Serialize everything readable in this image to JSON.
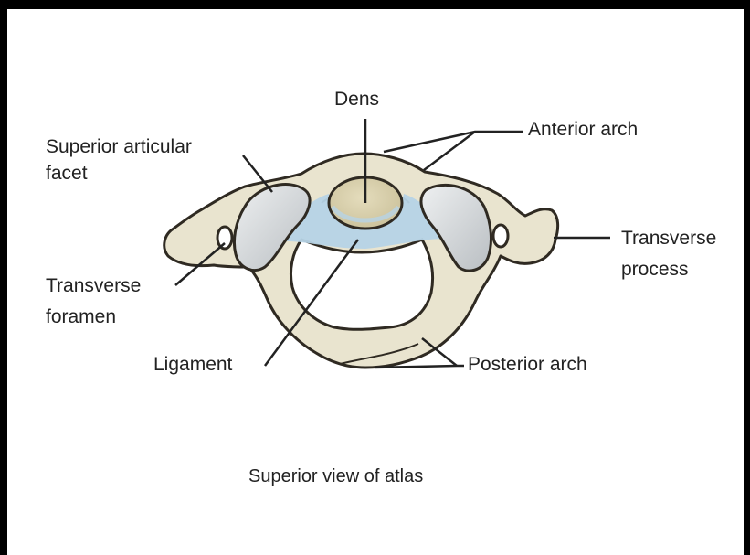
{
  "figure": {
    "caption": "Superior view of atlas",
    "labels": {
      "dens": "Dens",
      "anterior_arch": "Anterior arch",
      "superior_articular_facet_line1": "Superior articular",
      "superior_articular_facet_line2": "facet",
      "transverse_process_line1": "Transverse",
      "transverse_process_line2": "process",
      "transverse_foramen_line1": "Transverse",
      "transverse_foramen_line2": "foramen",
      "ligament": "Ligament",
      "posterior_arch": "Posterior arch"
    }
  },
  "colors": {
    "page_background": "#000000",
    "panel_background": "#ffffff",
    "bone_fill": "#e9e4cf",
    "bone_outline": "#2f2a22",
    "facet_fill": "#c9cdd0",
    "ligament_fill": "#b6d3e6",
    "leader_line": "#222222"
  }
}
